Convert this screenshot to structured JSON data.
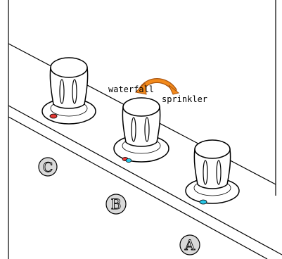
{
  "labels": {
    "waterfall": "waterfall",
    "sprinkler": "sprinkler"
  },
  "callouts": {
    "a": "A",
    "b": "B",
    "c": "C"
  },
  "colors": {
    "line": "#000000",
    "background": "#ffffff",
    "knob_fill": "#ffffff",
    "knob_shadow": "#e6e6e6",
    "callout_fill": "#d9d9d9",
    "arrow_fill": "#f28a1c",
    "arrow_edge": "#a85410",
    "hot_indicator": "#e53935",
    "cold_indicator": "#29c6e6"
  },
  "indicators": {
    "left_knob": "red",
    "middle_knob": "red-and-cyan",
    "right_knob": "cyan"
  }
}
